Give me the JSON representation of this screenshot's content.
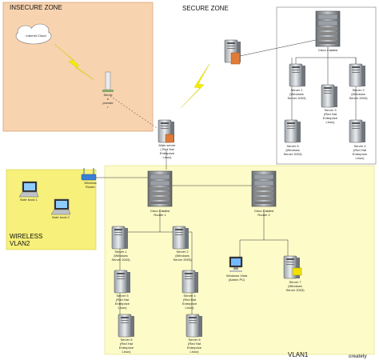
{
  "zones": {
    "insecure": "INSECURE ZONE",
    "secure": "SECURE ZONE",
    "wireless": "WIRELESS\nVLAN2",
    "vlan1": "VLAN1"
  },
  "nodes": {
    "internet_cloud": "Internet Cloud",
    "service_provider": "Servic\ne\nprovide\nr",
    "main_server": "Main server\n( Red Hat\nEnterprize\nLinux)",
    "catalyst_top": "Cisco Catalist",
    "server1_top": "Server 1\n(Windows\nServer 2003)",
    "server3_top": "Server 3\n(Red Hat\nEnterprize\nLinux)",
    "server2_top": "Server 2\n(Windows\nServer 2003)",
    "server5_top": "Server 5\n(Windows\nServer 2003)",
    "server4_top": "Server 4\n(Red Hat\nEnterprize\nLinux)",
    "wireless_router": "Wireless\nRouter",
    "notebook1": "Note book 1",
    "notebook2": "Note book 2",
    "router1": "Cisco Catalist\nRouter 1",
    "router2": "Cisco Catalist\nRouter 2",
    "v_server1": "Server 1\n(Windows\nServer 2003)",
    "v_server2": "Server 2\n(Windows\nServer 2003)",
    "v_server5": "Server 5\n(Red Hat\nEnterprize\nLinux)",
    "v_server4": "Server 4\n(Red Hat\nEnterprize\nLinux)",
    "v_server6": "Server 6\n(Red Hat\nEnterprize\nLinux)",
    "v_server8": "Server 8\n(Red Hat\nEnterprize\nLinux)",
    "admin_pc": "Windows Vista\n(Admin PC)",
    "v_server7": "Server 7\n(Windows\nServer 2003)"
  },
  "logo": "creately",
  "colors": {
    "insecure_fill": "#f8d3b0",
    "wireless_fill": "#f7f07a",
    "vlan_fill": "#fdfbc8",
    "bolt": "#f2ee00"
  }
}
